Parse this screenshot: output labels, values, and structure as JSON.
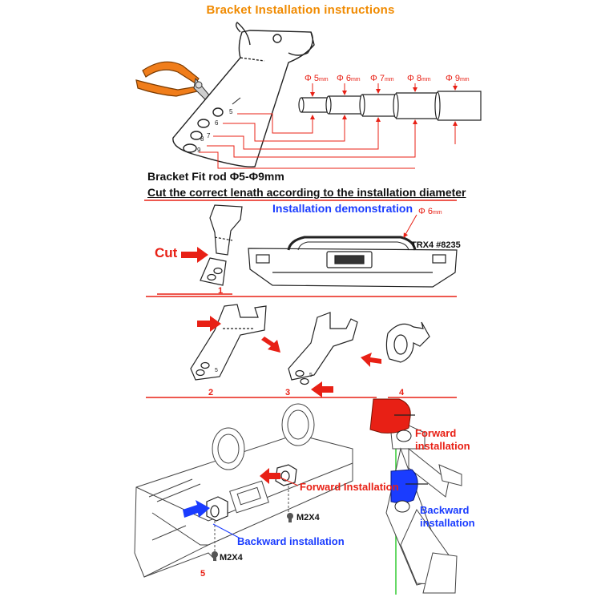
{
  "title": {
    "part1": "Bracket",
    "part2": "Installation instructions"
  },
  "section1": {
    "diameters": [
      {
        "label": "Φ 5",
        "unit": "mm"
      },
      {
        "label": "Φ 6",
        "unit": "mm"
      },
      {
        "label": "Φ 7",
        "unit": "mm"
      },
      {
        "label": "Φ 8",
        "unit": "mm"
      },
      {
        "label": "Φ 9",
        "unit": "mm"
      }
    ],
    "caption1": "Bracket Fit rod Φ5-Φ9mm",
    "caption2": "Cut the correct lenath according to the installation diameter"
  },
  "section2": {
    "demo_title": "Installation demonstration",
    "rod_diameter": {
      "label": "Φ 6",
      "unit": "mm"
    },
    "cut_label": "Cut",
    "model_label": "TRX4 #8235",
    "step1": "1"
  },
  "section3": {
    "step2": "2",
    "step3": "3",
    "step4": "4"
  },
  "section4": {
    "forward_installation": "Forward Installation",
    "backward_installation": "Backward installation",
    "screw1": "M2X4",
    "screw2": "M2X4",
    "step5": "5",
    "forward_side_line1": "Forward",
    "forward_side_line2": "installation",
    "backward_side_line1": "Backward",
    "backward_side_line2": "installation"
  },
  "colors": {
    "accent_red": "#e82015",
    "title_orange": "#f08a00",
    "demo_blue": "#1a3cff",
    "pliers_orange": "#f07d1a"
  }
}
